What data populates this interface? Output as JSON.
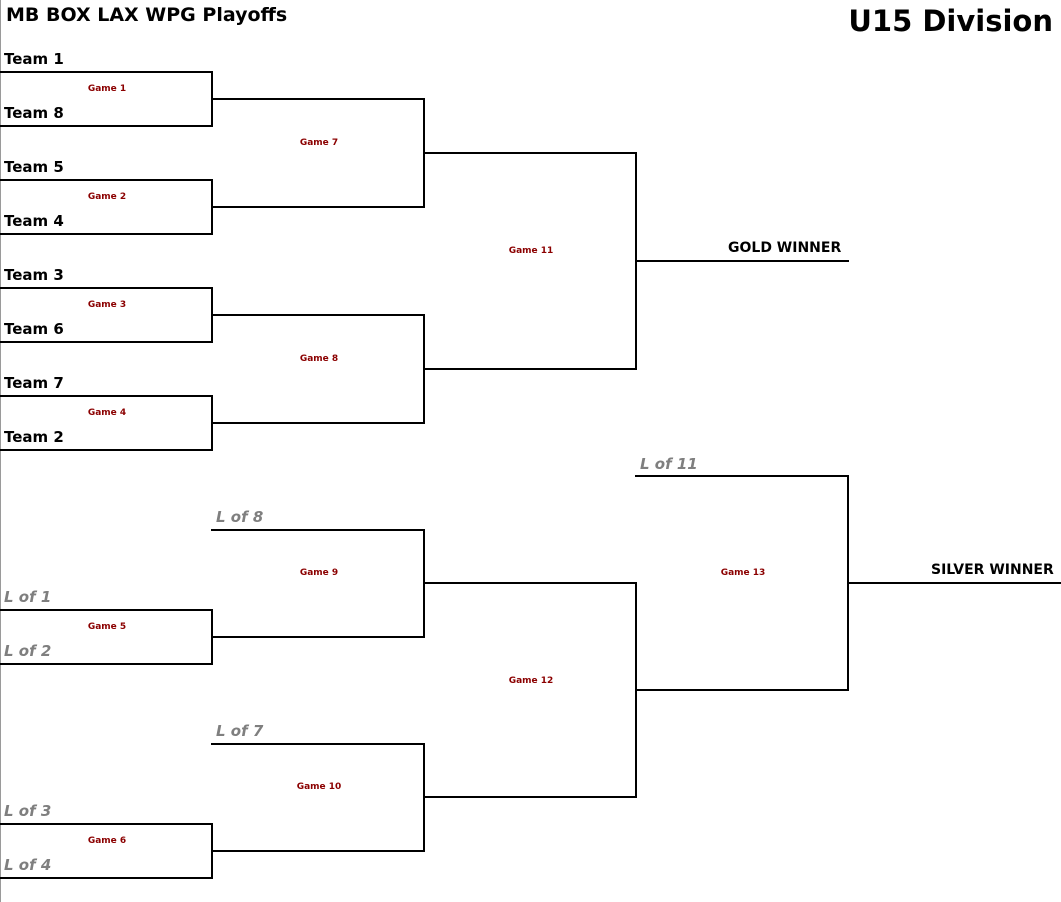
{
  "header": {
    "title": "MB BOX LAX WPG Playoffs",
    "division": "U15 Division"
  },
  "teams": [
    "Team 1",
    "Team 8",
    "Team 5",
    "Team 4",
    "Team 3",
    "Team 6",
    "Team 7",
    "Team 2"
  ],
  "losers": {
    "l1": "L of 1",
    "l2": "L of 2",
    "l3": "L of 3",
    "l4": "L of 4",
    "l7": "L of 7",
    "l8": "L of 8",
    "l11": "L of 11"
  },
  "games": {
    "g1": "Game 1",
    "g2": "Game 2",
    "g3": "Game 3",
    "g4": "Game 4",
    "g5": "Game 5",
    "g6": "Game 6",
    "g7": "Game 7",
    "g8": "Game 8",
    "g9": "Game 9",
    "g10": "Game 10",
    "g11": "Game 11",
    "g12": "Game 12",
    "g13": "Game 13"
  },
  "winners": {
    "gold": "GOLD WINNER",
    "silver": "SILVER WINNER"
  }
}
